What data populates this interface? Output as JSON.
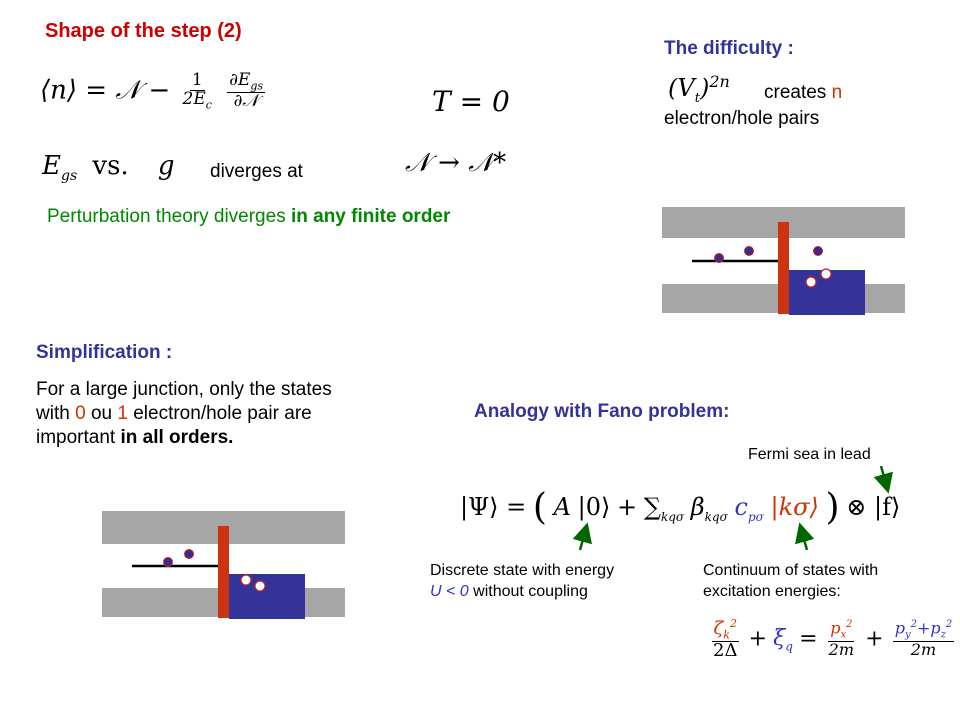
{
  "left_top": {
    "title": "Shape of the step (2)",
    "eq_n": "⟨n⟩ = 𝒩 −",
    "eq_frac_num": "1",
    "eq_frac_den": "2E",
    "eq_frac_den_sub": "c",
    "eq_deriv_num": "∂E",
    "eq_deriv_num_sub": "gs",
    "eq_deriv_den": "∂𝒩",
    "eq_T": "T = 0",
    "egs": "E",
    "egs_sub": "gs",
    "vs": "vs.",
    "g": "g",
    "diverges_at": "diverges at",
    "limit": "𝒩 → 𝒩*",
    "perturbation_prefix": "Perturbation theory diverges",
    "perturbation_bold": "in any finite order"
  },
  "right_top": {
    "title": "The difficulty :",
    "vt": "(V",
    "vt_sub": "t",
    "vt_close": ")",
    "vt_exp": "2n",
    "creates": "creates",
    "n": "n",
    "pairs": "electron/hole pairs"
  },
  "left_bottom": {
    "title": "Simplification :",
    "line1": "For a large junction, only the states",
    "line2_a": "with",
    "line2_zero": "0",
    "line2_ou": "ou",
    "line2_one": "1",
    "line2_b": "electron/hole pair are",
    "line3_a": "important",
    "line3_bold": "in all orders."
  },
  "right_bottom": {
    "title": "Analogy with Fano problem:",
    "fermi_label": "Fermi sea in lead",
    "psi_lhs": "|Ψ⟩ =",
    "psi_A": "A",
    "psi_ket0": "|0⟩",
    "psi_plus": "+",
    "psi_sum": "∑",
    "psi_sum_sub": "kqσ",
    "psi_beta": "β",
    "psi_beta_sub": "kqσ",
    "psi_c": "c",
    "psi_c_sub": "pσ",
    "psi_ketk": "|kσ⟩",
    "psi_otimes": "⊗ |f⟩",
    "discrete_line1": "Discrete state with energy",
    "discrete_U": "U < 0",
    "discrete_line2": "without coupling",
    "continuum_line1": "Continuum of states with",
    "continuum_line2": "excitation energies:",
    "energy_zeta": "ζ",
    "energy_zeta_sub": "k",
    "energy_zeta_sup": "2",
    "energy_2delta": "2Δ",
    "energy_plus1": "+",
    "energy_xi": "ξ",
    "energy_xi_sub": "q",
    "energy_eq": "=",
    "energy_px": "p",
    "energy_px_sub": "x",
    "energy_px_sup": "2",
    "energy_2m": "2m",
    "energy_plus2": "+",
    "energy_py": "p",
    "energy_py_sub": "y",
    "energy_py_sup": "2",
    "energy_inner_plus": "+",
    "energy_pz": "p",
    "energy_pz_sub": "z",
    "energy_pz_sup": "2",
    "energy_2m_b": "2m"
  },
  "colors": {
    "title_red": "#cc0000",
    "title_blue": "#333399",
    "green": "#008800",
    "accent_red": "#cc3300",
    "math_red": "#cc3300",
    "math_blue": "#3333cc",
    "lead_gray": "#a6a6a6",
    "barrier": "#cc3311",
    "fermi_sea": "#333399",
    "electron": "#3a2a8a"
  }
}
